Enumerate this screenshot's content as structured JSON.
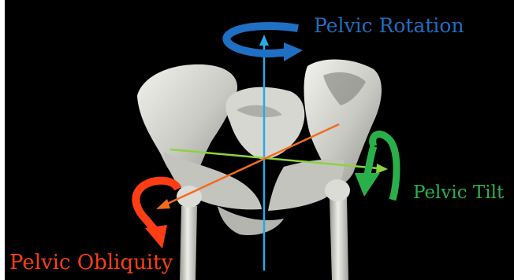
{
  "labels": {
    "rotation": "Pelvic Rotation",
    "tilt": "Pelvic Tilt",
    "obliquity": "Pelvic Obliquity"
  },
  "colors": {
    "background": "#000000",
    "bone": "#cfcfc9",
    "rotation": "#1f6fc4",
    "rotation_axis": "#29a9e8",
    "tilt": "#2ab04a",
    "tilt_axis": "#8cd33f",
    "obliquity": "#ff3d14",
    "obliquity_axis": "#f26c1c"
  },
  "icons": {
    "rotation": "curved-arrow-icon",
    "tilt": "curved-arrow-icon",
    "obliquity": "curved-arrow-icon"
  }
}
